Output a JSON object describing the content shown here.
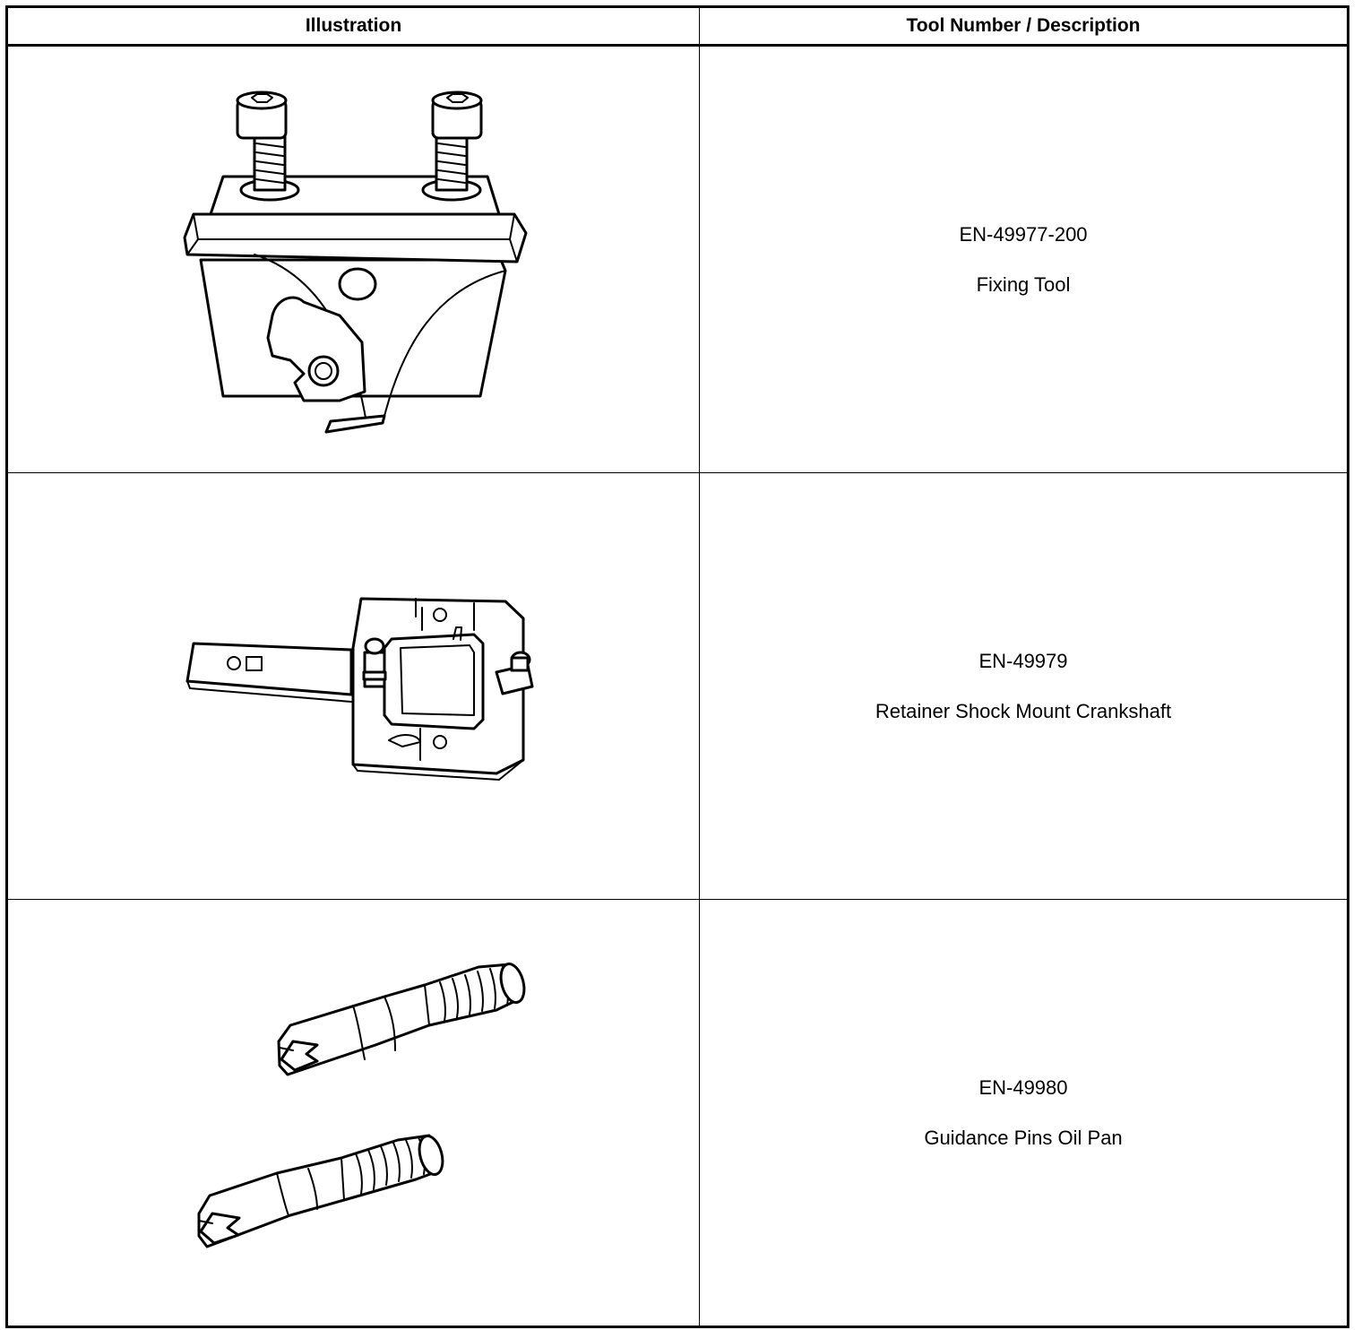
{
  "table": {
    "headers": {
      "illustration": "Illustration",
      "tool": "Tool Number / Description"
    },
    "rows": [
      {
        "illustration_icon": "fixing-tool-illustration",
        "tool_number": "EN-49977-200",
        "description": "Fixing Tool"
      },
      {
        "illustration_icon": "retainer-shock-mount-illustration",
        "tool_number": "EN-49979",
        "description": "Retainer Shock Mount Crankshaft"
      },
      {
        "illustration_icon": "guidance-pins-illustration",
        "tool_number": "EN-49980",
        "description": "Guidance Pins Oil Pan"
      }
    ]
  }
}
